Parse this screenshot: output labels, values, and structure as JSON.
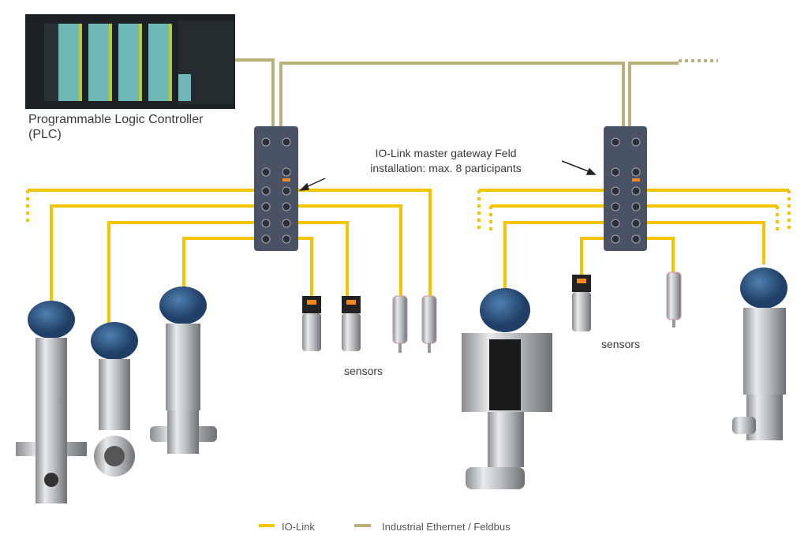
{
  "plc": {
    "label_line1": "Programmable Logic Controller",
    "label_line2": "(PLC)"
  },
  "gateway": {
    "annotation_line1": "IO-Link master gateway Feld",
    "annotation_line2": "installation: max. 8 participants"
  },
  "sensor_groups": [
    {
      "label": "sensors"
    },
    {
      "label": "sensors"
    }
  ],
  "legend": [
    {
      "label": "IO-Link",
      "color": "#f5c400"
    },
    {
      "label": "Industrial Ethernet / Feldbus",
      "color": "#b9b27a"
    }
  ]
}
